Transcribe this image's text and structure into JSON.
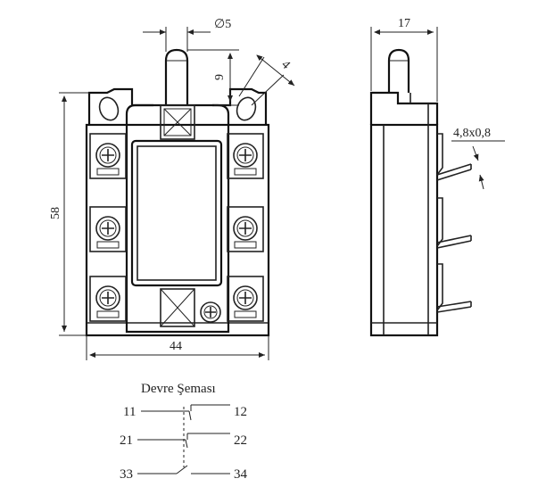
{
  "dimensions": {
    "plunger_diameter": "∅5",
    "plunger_height": "9",
    "mount_hole": "4",
    "width": "44",
    "height": "58",
    "depth": "17",
    "terminal_tab": "4,8x0,8"
  },
  "schematic": {
    "title": "Devre Şeması",
    "contacts": [
      {
        "left": "11",
        "right": "12"
      },
      {
        "left": "21",
        "right": "22"
      },
      {
        "left": "33",
        "right": "34"
      }
    ]
  }
}
